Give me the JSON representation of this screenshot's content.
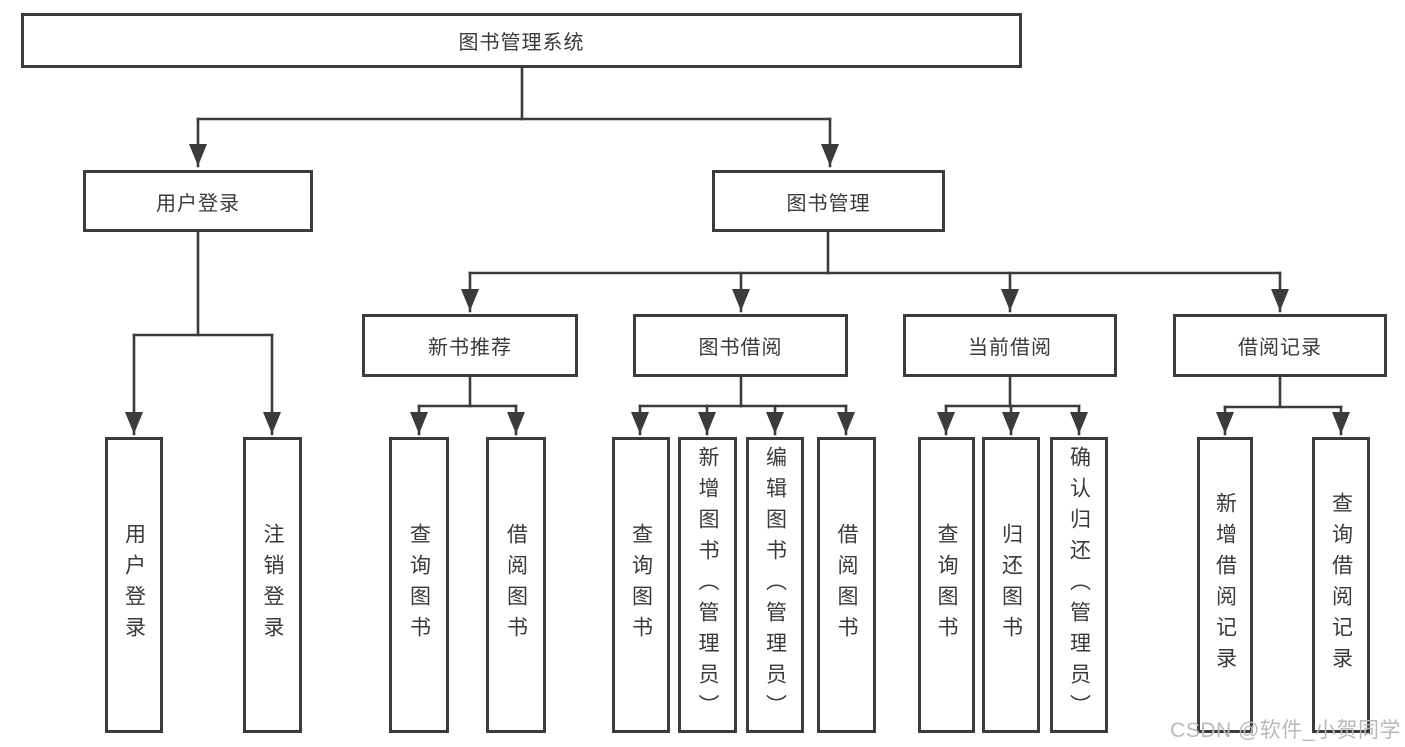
{
  "root": {
    "label": "图书管理系统"
  },
  "level2": [
    {
      "label": "用户登录"
    },
    {
      "label": "图书管理"
    }
  ],
  "level3": [
    {
      "label": "新书推荐"
    },
    {
      "label": "图书借阅"
    },
    {
      "label": "当前借阅"
    },
    {
      "label": "借阅记录"
    }
  ],
  "leaves": [
    {
      "label": "用户登录"
    },
    {
      "label": "注销登录"
    },
    {
      "label": "查询图书"
    },
    {
      "label": "借阅图书"
    },
    {
      "label": "查询图书"
    },
    {
      "label": "新增图书（管理员）"
    },
    {
      "label": "编辑图书（管理员）"
    },
    {
      "label": "借阅图书"
    },
    {
      "label": "查询图书"
    },
    {
      "label": "归还图书"
    },
    {
      "label": "确认归还（管理员）"
    },
    {
      "label": "新增借阅记录"
    },
    {
      "label": "查询借阅记录"
    }
  ],
  "watermark": "CSDN @软件_小贺同学",
  "colors": {
    "line": "#3b3b3b",
    "text": "#3a3a3a",
    "background": "#ffffff",
    "watermark": "#b9b9b9"
  }
}
